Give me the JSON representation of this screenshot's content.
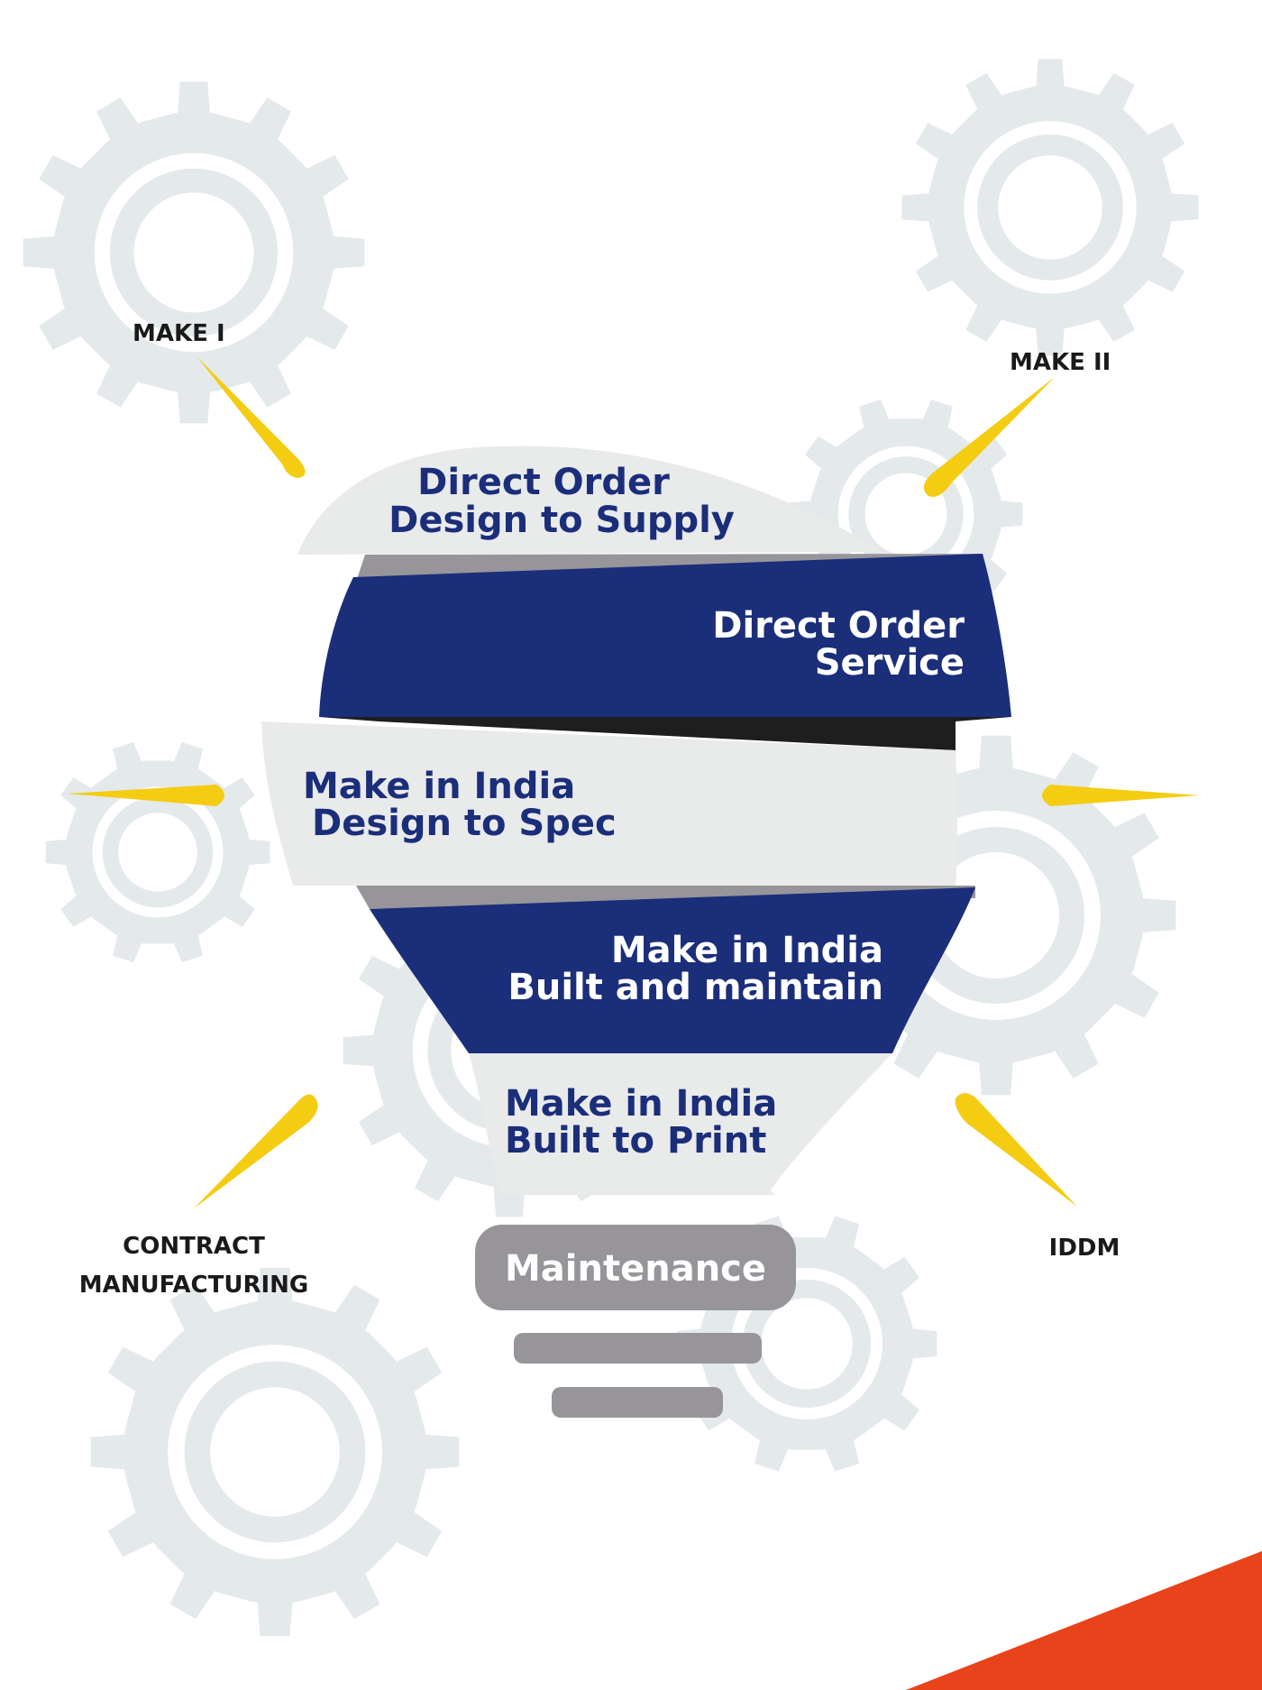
{
  "outer_labels": {
    "make1": "MAKE I",
    "make2": "MAKE II",
    "contract_line1": "CONTRACT",
    "contract_line2": "MANUFACTURING",
    "iddm": "IDDM"
  },
  "bands": {
    "direct_order_design": {
      "line1": "Direct Order",
      "line2": "Design to Supply"
    },
    "direct_order_service": {
      "line1": "Direct Order",
      "line2": "Service"
    },
    "mii_design_spec": {
      "line1": "Make in India",
      "line2": "Design to Spec"
    },
    "mii_built_maintain": {
      "line1": "Make in India",
      "line2": "Built and maintain"
    },
    "mii_built_print": {
      "line1": "Make in India",
      "line2": "Built to Print"
    }
  },
  "base": {
    "maintenance": "Maintenance"
  },
  "colors": {
    "navy": "#1b2e7a",
    "light_grey": "#e9eaea",
    "gear": "#e4e9eb",
    "mid_grey": "#97959a",
    "yellow": "#f4cc12",
    "dark": "#1e1e1e",
    "accent_orange": "#e8431a",
    "black_text": "#1a1a1a"
  },
  "icons": {
    "gears": "gear-icon",
    "rays": "light-ray-icon"
  }
}
